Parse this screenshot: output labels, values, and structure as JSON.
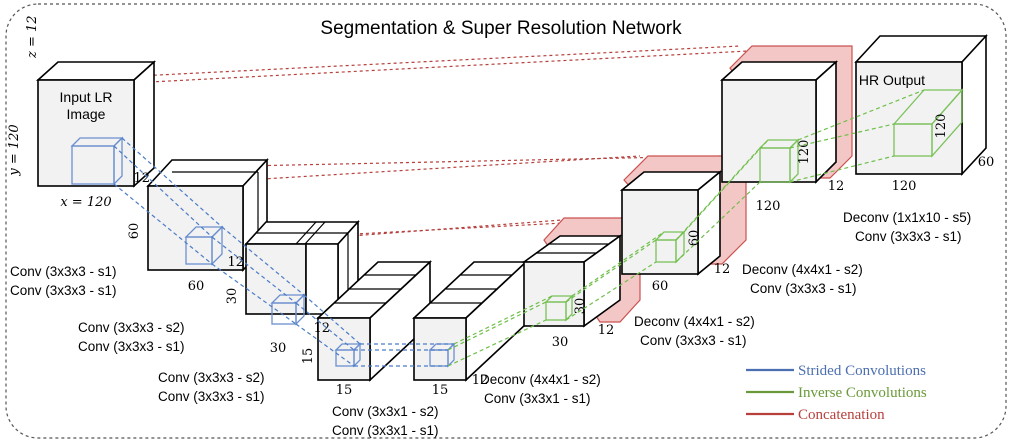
{
  "title": "Segmentation & Super Resolution Network",
  "input": {
    "box_label_line1": "Input LR",
    "box_label_line2": "Image",
    "z_dim": "z = 12",
    "y_dim": "y = 120",
    "x_dim": "x = 120"
  },
  "blocks": [
    {
      "depth": "12",
      "height": "60",
      "width": "60"
    },
    {
      "depth": "12",
      "height": "30",
      "width": "30"
    },
    {
      "depth": "12",
      "height": "15",
      "width": "15"
    },
    {
      "depth": "12",
      "width": "15"
    },
    {
      "depth": "12",
      "width": "30"
    },
    {
      "depth": "12",
      "height": "60",
      "width": "60"
    },
    {
      "depth": "12",
      "height": "120",
      "width": "120"
    },
    {
      "depth": "60",
      "height": "120",
      "width": "120",
      "box_label": "HR Output"
    }
  ],
  "ops": [
    {
      "line1": "Conv (3x3x3 - s1)",
      "line2": "Conv (3x3x3 - s1)"
    },
    {
      "line1": "Conv (3x3x3 - s2)",
      "line2": "Conv (3x3x3 - s1)"
    },
    {
      "line1": "Conv (3x3x3 - s2)",
      "line2": "Conv (3x3x3 - s1)"
    },
    {
      "line1": "Conv (3x3x1 - s2)",
      "line2": "Conv (3x3x1 - s1)"
    },
    {
      "line1": "Deconv (4x4x1 - s2)",
      "line2": "Conv (3x3x1 - s1)"
    },
    {
      "line1": "Deconv (4x4x1 - s2)",
      "line2": "Conv (3x3x3 - s1)"
    },
    {
      "line1": "Deconv (4x4x1 - s2)",
      "line2": "Conv (3x3x3 - s1)"
    },
    {
      "line1": "Deconv (1x1x10 - s5)",
      "line2": "Conv (3x3x3 - s1)"
    }
  ],
  "legend": [
    {
      "label": "Strided Convolutions",
      "color": "#4b6fb0"
    },
    {
      "label": "Inverse Convolutions",
      "color": "#6a9a3a"
    },
    {
      "label": "Concatenation",
      "color": "#b7403c"
    }
  ]
}
